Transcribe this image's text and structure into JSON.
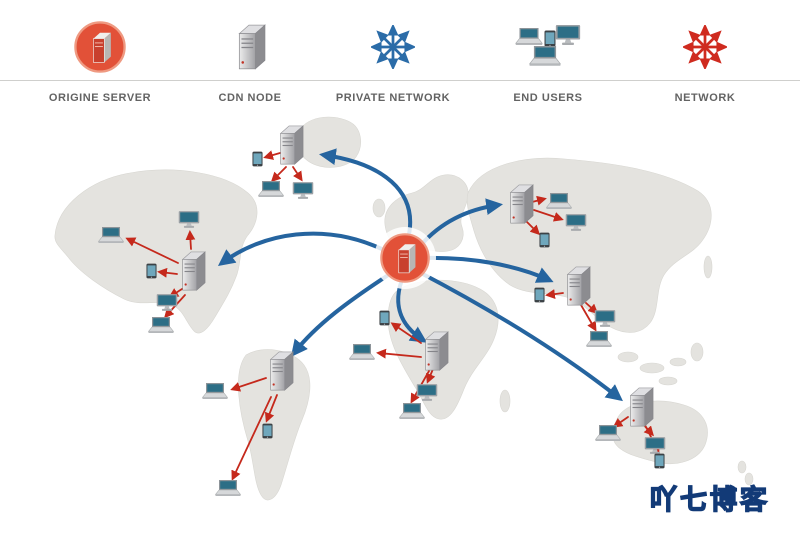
{
  "page": {
    "type": "diagram",
    "subject": "CDN content delivery network world map"
  },
  "legend": {
    "items": [
      {
        "id": "origin-server",
        "label": "ORIGINE SERVER",
        "icon": "origin-server-icon"
      },
      {
        "id": "cdn-node",
        "label": "CDN NODE",
        "icon": "cdn-node-icon"
      },
      {
        "id": "private-network",
        "label": "PRIVATE NETWORK",
        "icon": "private-network-burst-icon"
      },
      {
        "id": "end-users",
        "label": "END USERS",
        "icon": "end-users-devices-icon"
      },
      {
        "id": "network",
        "label": "NETWORK",
        "icon": "network-burst-icon"
      }
    ]
  },
  "map": {
    "origin": {
      "label": "origin server",
      "region": "europe"
    },
    "cdn_nodes": [
      {
        "region": "greenland",
        "devices": [
          "tablet",
          "laptop",
          "monitor"
        ]
      },
      {
        "region": "north-america",
        "devices": [
          "laptop",
          "monitor",
          "tablet",
          "monitor",
          "laptop"
        ]
      },
      {
        "region": "south-america",
        "devices": [
          "laptop",
          "tablet",
          "laptop"
        ]
      },
      {
        "region": "north-asia",
        "devices": [
          "laptop",
          "monitor",
          "tablet"
        ]
      },
      {
        "region": "east-asia",
        "devices": [
          "tablet",
          "monitor",
          "laptop"
        ]
      },
      {
        "region": "africa",
        "devices": [
          "tablet",
          "laptop",
          "monitor",
          "laptop"
        ]
      },
      {
        "region": "australia",
        "devices": [
          "laptop",
          "monitor",
          "tablet"
        ]
      }
    ]
  },
  "watermark": {
    "text": "吖七博客"
  },
  "colors": {
    "origin_red": "#e25138",
    "link_blue": "#25649f",
    "link_red": "#c5291c",
    "land": "#e4e3df",
    "screen_teal": "#2c6e86",
    "watermark_yellow": "#ffd400",
    "watermark_outline": "#123a77",
    "legend_text": "#636363"
  }
}
